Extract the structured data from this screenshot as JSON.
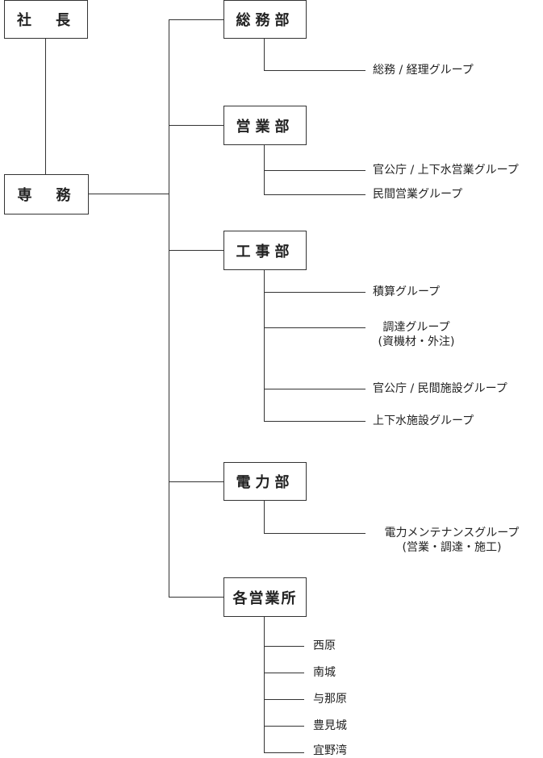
{
  "president": "社　長",
  "managing_director": "専　務",
  "departments": {
    "general_affairs": {
      "name": "総務部",
      "groups": [
        "総務 / 経理グループ"
      ]
    },
    "sales": {
      "name": "営業部",
      "groups": [
        "官公庁 / 上下水営業グループ",
        "民間営業グループ"
      ]
    },
    "construction": {
      "name": "工事部",
      "groups": [
        "積算グループ",
        {
          "line1": "調達グループ",
          "line2": "(資機材・外注)"
        },
        "官公庁 / 民間施設グループ",
        "上下水施設グループ"
      ]
    },
    "power": {
      "name": "電力部",
      "groups": [
        {
          "line1": "電力メンテナンスグループ",
          "line2": "(営業・調達・施工)"
        }
      ]
    },
    "branches": {
      "name": "各営業所",
      "offices": [
        "西原",
        "南城",
        "与那原",
        "豊見城",
        "宜野湾"
      ]
    }
  }
}
